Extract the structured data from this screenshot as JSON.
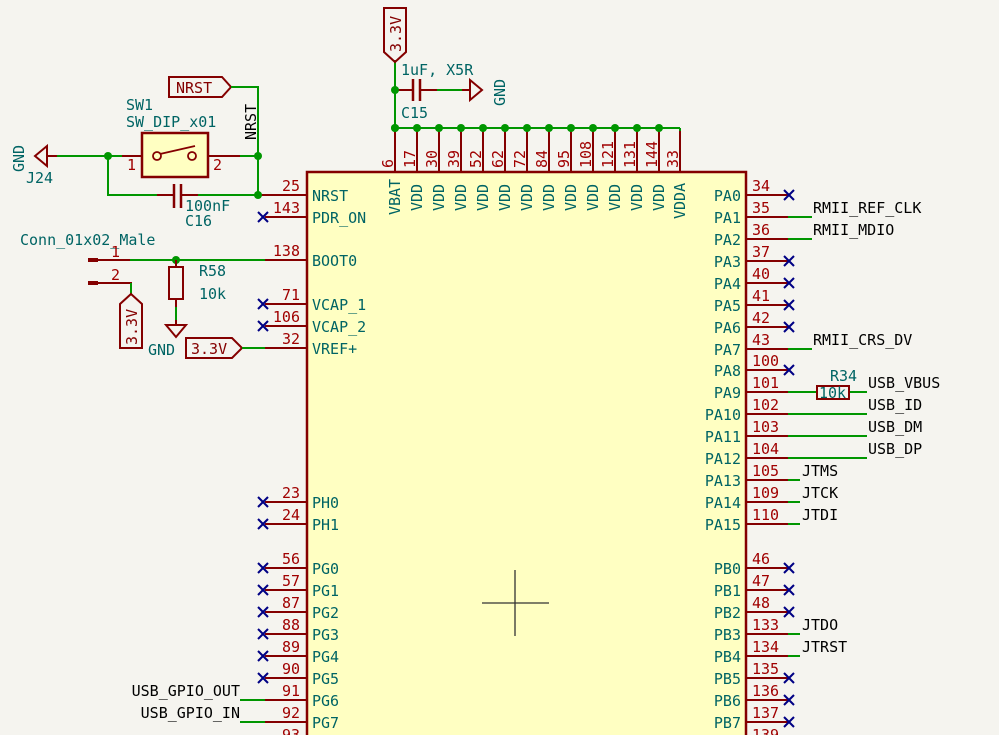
{
  "colors": {
    "background": "#f5f4ef",
    "wire": "#009600",
    "pin": "#840000",
    "pin_number": "#a00000",
    "pin_name": "#006464",
    "body_fill": "#ffffc2",
    "body_stroke": "#840000",
    "no_connect": "#000084",
    "junction": "#009600",
    "net_label": "#000000"
  },
  "chip": {
    "top_pins": [
      {
        "num": "6",
        "name": "VBAT"
      },
      {
        "num": "17",
        "name": "VDD"
      },
      {
        "num": "30",
        "name": "VDD"
      },
      {
        "num": "39",
        "name": "VDD"
      },
      {
        "num": "52",
        "name": "VDD"
      },
      {
        "num": "62",
        "name": "VDD"
      },
      {
        "num": "72",
        "name": "VDD"
      },
      {
        "num": "84",
        "name": "VDD"
      },
      {
        "num": "95",
        "name": "VDD"
      },
      {
        "num": "108",
        "name": "VDD"
      },
      {
        "num": "121",
        "name": "VDD"
      },
      {
        "num": "131",
        "name": "VDD"
      },
      {
        "num": "144",
        "name": "VDD"
      },
      {
        "num": "33",
        "name": "VDDA"
      }
    ],
    "left_pins": [
      {
        "num": "25",
        "name": "NRST",
        "nc": false
      },
      {
        "num": "143",
        "name": "PDR_ON",
        "nc": true
      },
      {
        "num": "138",
        "name": "BOOT0",
        "nc": false
      },
      {
        "num": "71",
        "name": "VCAP_1",
        "nc": true
      },
      {
        "num": "106",
        "name": "VCAP_2",
        "nc": true
      },
      {
        "num": "32",
        "name": "VREF+",
        "nc": false
      },
      {
        "num": "23",
        "name": "PH0",
        "nc": true
      },
      {
        "num": "24",
        "name": "PH1",
        "nc": true
      },
      {
        "num": "56",
        "name": "PG0",
        "nc": true
      },
      {
        "num": "57",
        "name": "PG1",
        "nc": true
      },
      {
        "num": "87",
        "name": "PG2",
        "nc": true
      },
      {
        "num": "88",
        "name": "PG3",
        "nc": true
      },
      {
        "num": "89",
        "name": "PG4",
        "nc": true
      },
      {
        "num": "90",
        "name": "PG5",
        "nc": true
      },
      {
        "num": "91",
        "name": "PG6",
        "nc": false,
        "net": "USB_GPIO_OUT"
      },
      {
        "num": "92",
        "name": "PG7",
        "nc": false,
        "net": "USB_GPIO_IN"
      },
      {
        "num": "93",
        "name": "",
        "nc": false
      }
    ],
    "right_pins": [
      {
        "num": "34",
        "name": "PA0",
        "nc": true
      },
      {
        "num": "35",
        "name": "PA1",
        "nc": false,
        "net": "RMII_REF_CLK"
      },
      {
        "num": "36",
        "name": "PA2",
        "nc": false,
        "net": "RMII_MDIO"
      },
      {
        "num": "37",
        "name": "PA3",
        "nc": true
      },
      {
        "num": "40",
        "name": "PA4",
        "nc": true
      },
      {
        "num": "41",
        "name": "PA5",
        "nc": true
      },
      {
        "num": "42",
        "name": "PA6",
        "nc": true
      },
      {
        "num": "43",
        "name": "PA7",
        "nc": false,
        "net": "RMII_CRS_DV"
      },
      {
        "num": "100",
        "name": "PA8",
        "nc": true
      },
      {
        "num": "101",
        "name": "PA9",
        "nc": false,
        "net": "USB_VBUS"
      },
      {
        "num": "102",
        "name": "PA10",
        "nc": false,
        "net": "USB_ID"
      },
      {
        "num": "103",
        "name": "PA11",
        "nc": false,
        "net": "USB_DM"
      },
      {
        "num": "104",
        "name": "PA12",
        "nc": false,
        "net": "USB_DP"
      },
      {
        "num": "105",
        "name": "PA13",
        "nc": false,
        "net": "JTMS"
      },
      {
        "num": "109",
        "name": "PA14",
        "nc": false,
        "net": "JTCK"
      },
      {
        "num": "110",
        "name": "PA15",
        "nc": false,
        "net": "JTDI"
      },
      {
        "num": "46",
        "name": "PB0",
        "nc": true
      },
      {
        "num": "47",
        "name": "PB1",
        "nc": true
      },
      {
        "num": "48",
        "name": "PB2",
        "nc": true
      },
      {
        "num": "133",
        "name": "PB3",
        "nc": false,
        "net": "JTDO"
      },
      {
        "num": "134",
        "name": "PB4",
        "nc": false,
        "net": "JTRST"
      },
      {
        "num": "135",
        "name": "PB5",
        "nc": true
      },
      {
        "num": "136",
        "name": "PB6",
        "nc": true
      },
      {
        "num": "137",
        "name": "PB7",
        "nc": true
      },
      {
        "num": "139",
        "name": "",
        "nc": false
      }
    ]
  },
  "components": {
    "sw1": {
      "ref": "SW1",
      "value": "SW_DIP_x01",
      "pin1": "1",
      "pin2": "2"
    },
    "c16": {
      "ref": "C16",
      "value": "100nF"
    },
    "c15": {
      "ref": "C15",
      "value": "1uF, X5R"
    },
    "r58": {
      "ref": "R58",
      "value": "10k"
    },
    "r34": {
      "ref": "R34",
      "value": "10k"
    },
    "j24": {
      "ref": "J24",
      "value": "GND"
    },
    "conn": {
      "value": "Conn_01x02_Male",
      "pin1": "1",
      "pin2": "2"
    }
  },
  "labels": {
    "nrst_global": "NRST",
    "nrst_local": "NRST",
    "pwr_3v3_top": "3.3V",
    "pwr_3v3_conn": "3.3V",
    "pwr_3v3_vref": "3.3V",
    "gnd_c15": "GND",
    "gnd_r58": "GND"
  }
}
